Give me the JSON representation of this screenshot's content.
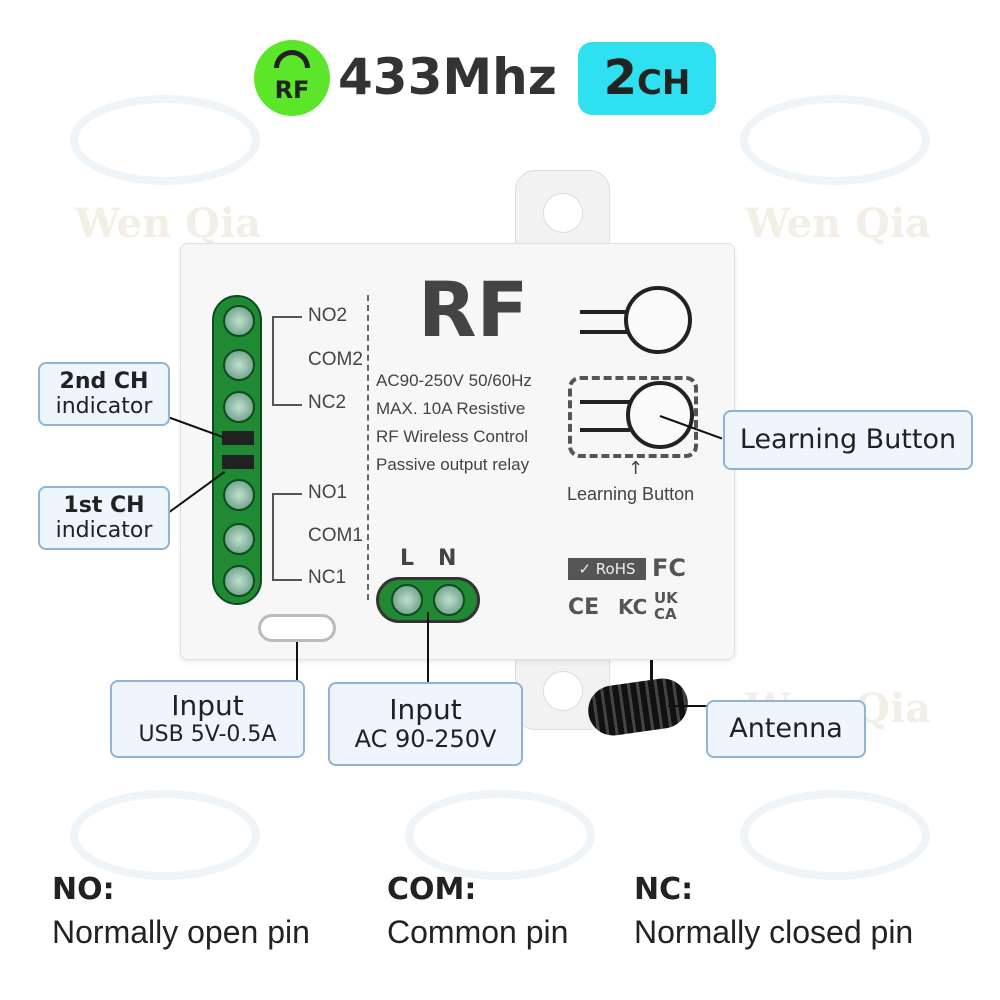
{
  "header": {
    "rf_badge": "RF",
    "frequency": "433Mhz",
    "channels_num": "2",
    "channels_unit": "CH"
  },
  "watermark": "Wen Qia",
  "device": {
    "title": "RF",
    "pins": [
      "NO2",
      "COM2",
      "NC2",
      "NO1",
      "COM1",
      "NC1"
    ],
    "specs": [
      "AC90-250V 50/60Hz",
      "MAX. 10A  Resistive",
      "RF Wireless Control",
      "Passive output relay"
    ],
    "learning_label": "Learning Button",
    "power_terminals": [
      "L",
      "N"
    ],
    "certs": [
      "RoHS",
      "FC",
      "CE",
      "KC",
      "UK CA"
    ]
  },
  "callouts": {
    "ch2": [
      "2nd CH",
      "indicator"
    ],
    "ch1": [
      "1st CH",
      "indicator"
    ],
    "learning": "Learning Button",
    "usb": [
      "Input",
      "USB 5V-0.5A"
    ],
    "ac": [
      "Input",
      "AC 90-250V"
    ],
    "antenna": "Antenna"
  },
  "legend": [
    {
      "key": "NO:",
      "value": "Normally open pin"
    },
    {
      "key": "COM:",
      "value": "Common pin"
    },
    {
      "key": "NC:",
      "value": "Normally closed pin"
    }
  ],
  "colors": {
    "rf_badge": "#5ce62a",
    "ch_badge": "#2ee0f0",
    "terminal": "#1f8a33",
    "callout_border": "#8fb3d9"
  }
}
